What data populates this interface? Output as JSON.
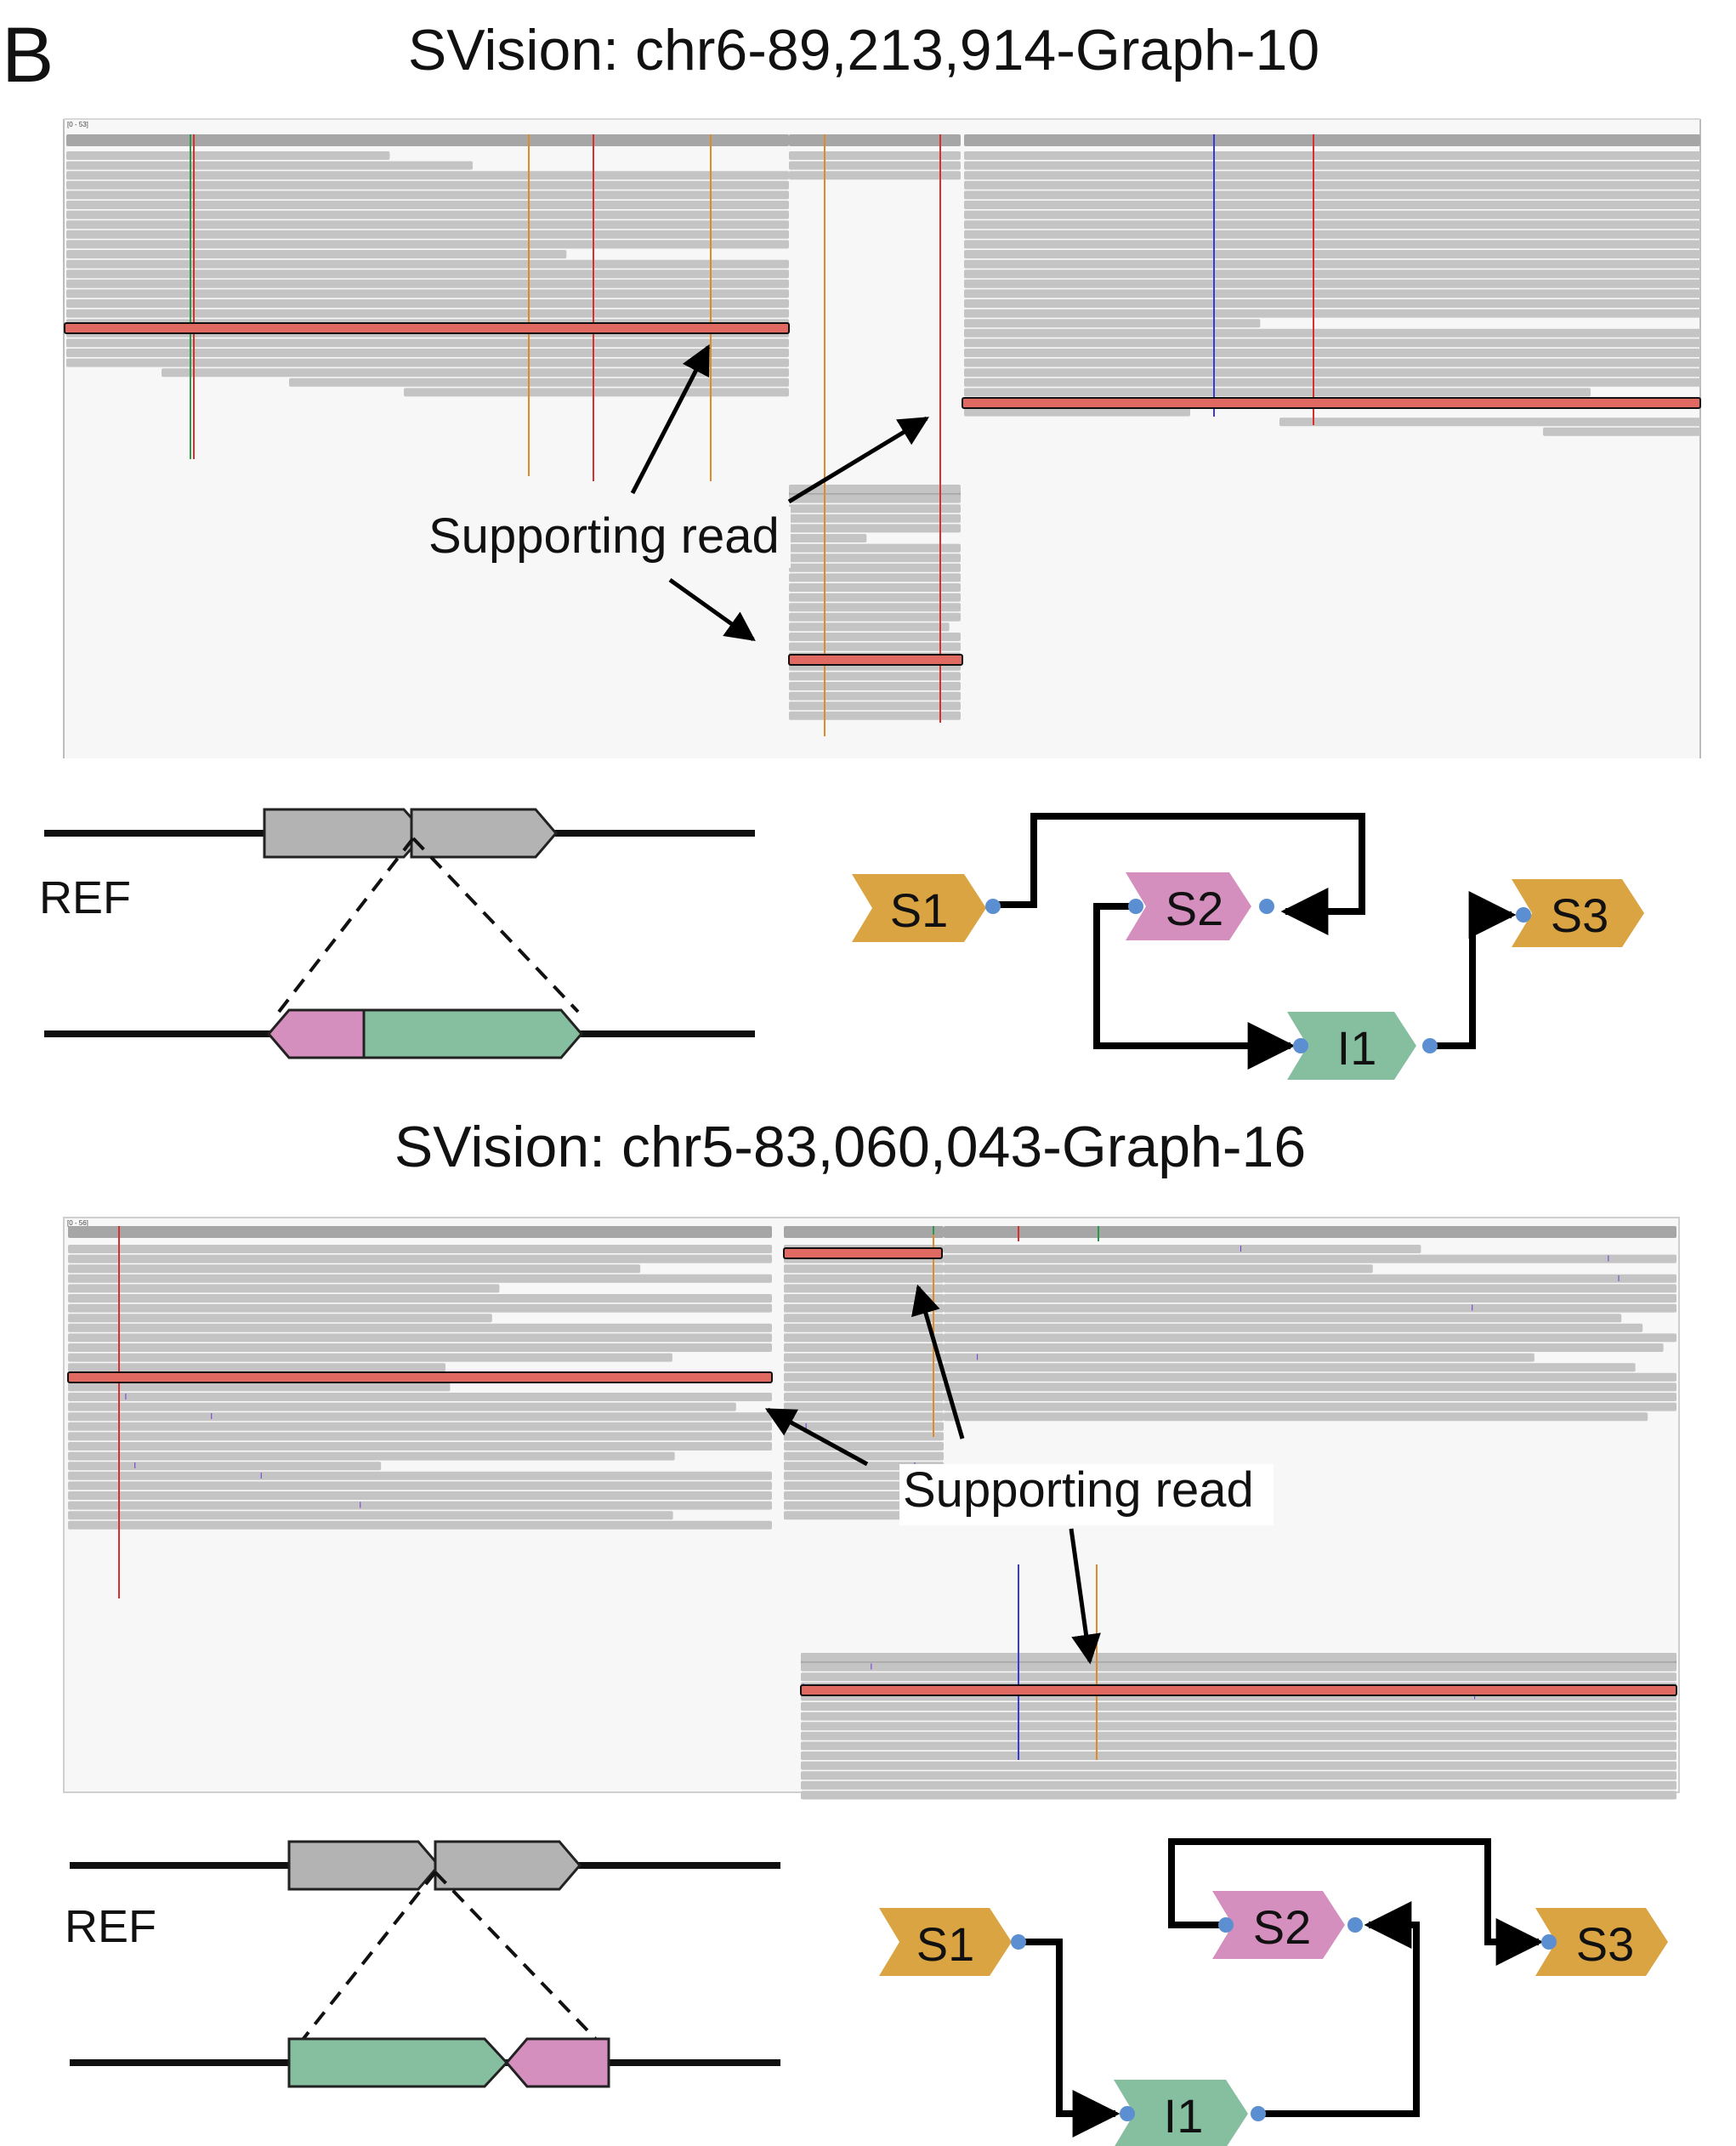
{
  "figure": {
    "panel_letter": "B",
    "colors": {
      "read": "#c4c4c4",
      "coverage": "#a6a6a6",
      "supporting_read": "#e06a62",
      "ref_segment": "#b3b3b3",
      "inverted_segment": "#d58fbe",
      "inserted_segment": "#86bfa0",
      "node_s": "#d9a441",
      "node_s2": "#d58fbe",
      "node_i": "#86bfa0",
      "port": "#5b8fd1",
      "mismatch_red": "#d9302c",
      "mismatch_blue": "#3a3ad6",
      "mismatch_orange": "#e08a2a",
      "mismatch_green": "#2a9a4a",
      "insertion": "#6b2fd1"
    }
  },
  "panels": [
    {
      "title": "SVision: chr6-89,213,914-Graph-10",
      "igv_range_label": "[0 - 53]",
      "annotation": "Supporting read",
      "ref_label": "REF",
      "graph": {
        "nodes": [
          {
            "id": "s1",
            "label": "S1",
            "icon": "chevron-node-icon"
          },
          {
            "id": "s2",
            "label": "S2",
            "icon": "chevron-node-icon"
          },
          {
            "id": "s3",
            "label": "S3",
            "icon": "chevron-node-icon"
          },
          {
            "id": "i1",
            "label": "I1",
            "icon": "chevron-node-icon"
          }
        ]
      }
    },
    {
      "title": "SVision: chr5-83,060,043-Graph-16",
      "igv_range_label": "[0 - 56]",
      "annotation": "Supporting read",
      "ref_label": "REF",
      "graph": {
        "nodes": [
          {
            "id": "s1",
            "label": "S1",
            "icon": "chevron-node-icon"
          },
          {
            "id": "s2",
            "label": "S2",
            "icon": "chevron-node-icon"
          },
          {
            "id": "s3",
            "label": "S3",
            "icon": "chevron-node-icon"
          },
          {
            "id": "i1",
            "label": "I1",
            "icon": "chevron-node-icon"
          }
        ]
      }
    }
  ]
}
